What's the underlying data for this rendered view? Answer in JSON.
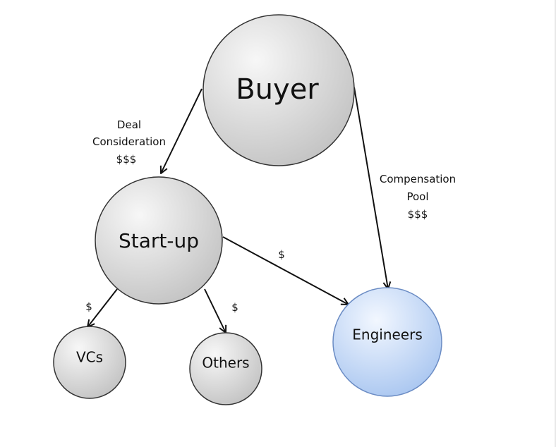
{
  "diagram": {
    "nodes": {
      "buyer": {
        "label": "Buyer",
        "color": "#d4d4d4"
      },
      "startup": {
        "label": "Start-up",
        "color": "#d4d4d4"
      },
      "vcs": {
        "label": "VCs",
        "color": "#d4d4d4"
      },
      "others": {
        "label": "Others",
        "color": "#d4d4d4"
      },
      "engineers": {
        "label": "Engineers",
        "color": "#bcd3f2"
      }
    },
    "edges": {
      "buyer_startup": {
        "lines": [
          "Deal",
          "Consideration",
          "$$$"
        ]
      },
      "buyer_engineers": {
        "lines": [
          "Compensation",
          "Pool",
          "$$$"
        ]
      },
      "startup_engineers": {
        "label": "$"
      },
      "startup_vcs": {
        "label": "$"
      },
      "startup_others": {
        "label": "$"
      }
    }
  }
}
